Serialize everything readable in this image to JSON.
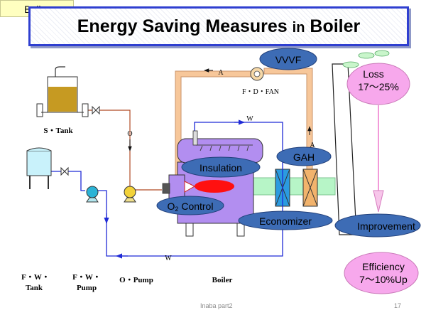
{
  "slide": {
    "tag_label": "Boiler",
    "title_main": "Energy Saving Measures ",
    "title_in": "in",
    "title_end": " Boiler",
    "footer_left": "Inaba part2",
    "footer_right": "17"
  },
  "diagram": {
    "ovals": {
      "vvvf": "VVVF",
      "insulation": "Insulation",
      "gah": "GAH",
      "o2_prefix": "O",
      "o2_sub": "2",
      "o2_suffix": " Control",
      "economizer": "Economizer",
      "improvement": "Improvement",
      "loss_line1": "Loss",
      "loss_line2": "17～25%",
      "eff_line1": "Efficiency",
      "eff_line2": "7～10%Up"
    },
    "labels": {
      "s_tank": "S・Tank",
      "fd_fan": "F・D・FAN",
      "o_letter": "O",
      "a_top": "A",
      "a_right": "A",
      "w_top": "W",
      "w_bottom": "W",
      "fw_tank_l1": "F・W・",
      "fw_tank_l2": "Tank",
      "fw_pump_l1": "F・W・",
      "fw_pump_l2": "Pump",
      "o_pump": "O・Pump",
      "boiler": "Boiler"
    },
    "colors": {
      "air_duct": "#f7c79a",
      "air_duct_edge": "#c9936a",
      "water_line": "#1f2ad6",
      "oil_line": "#b04a24",
      "boiler_body": "#b28ef0",
      "economizer_fill": "#2b9be0",
      "gah_fill": "#f2b36c",
      "gas_duct": "#b7f5c7",
      "oval_blue": "#3d6cb5",
      "oval_pink": "#f7a8ec",
      "flame": "#ff1010",
      "oil_tank": "#c69a22",
      "water_tank": "#c9f2fb",
      "smoke": "#c9f5cb"
    }
  }
}
